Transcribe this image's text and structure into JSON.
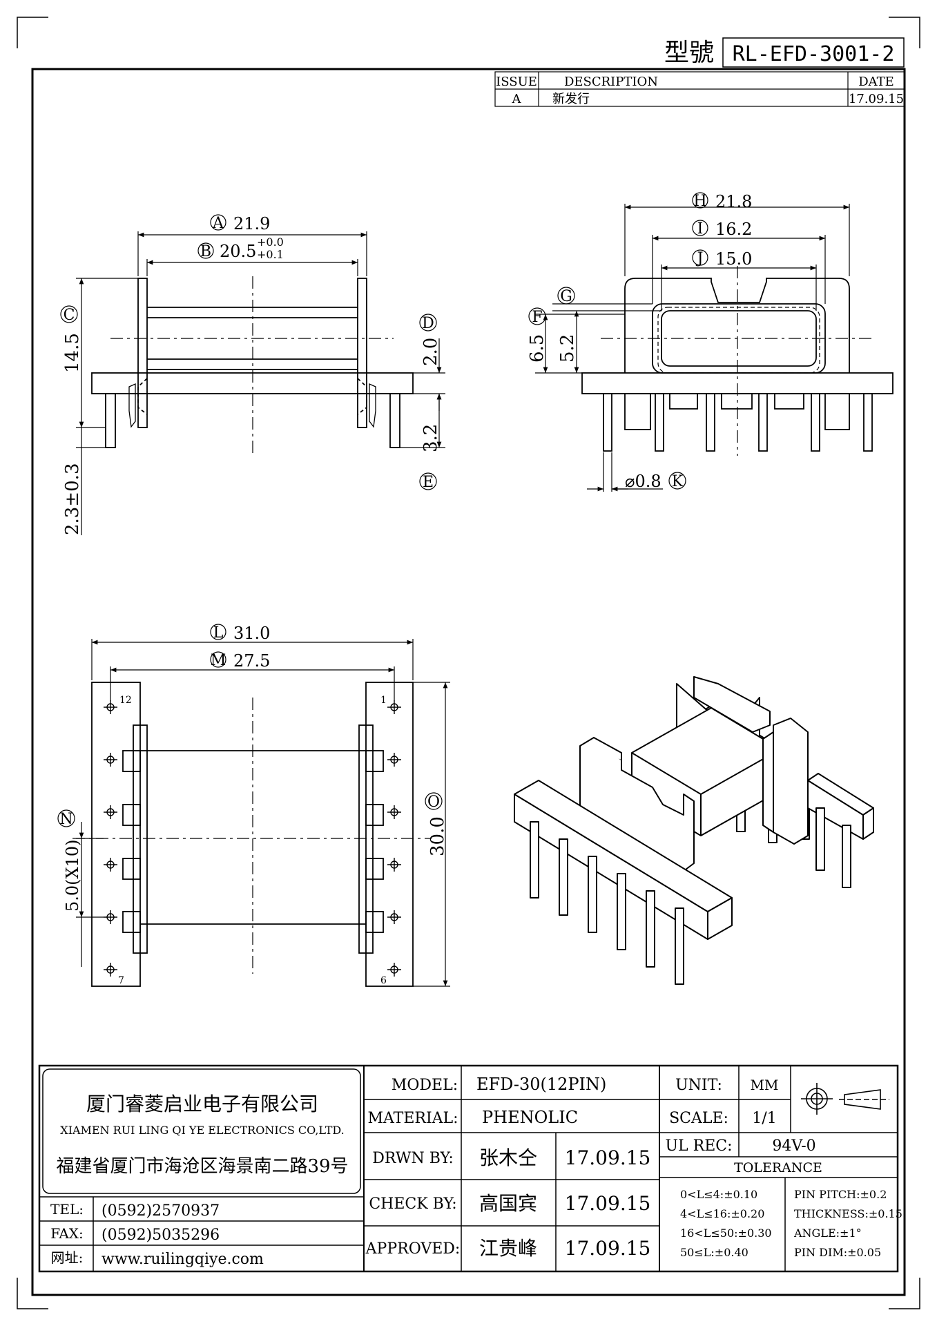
{
  "header": {
    "model_label": "型號",
    "model_no": "RL-EFD-3001-2",
    "revision": {
      "col_issue": "ISSUE",
      "col_description": "DESCRIPTION",
      "col_date": "DATE",
      "rows": [
        {
          "issue": "A",
          "description": "新发行",
          "date": "17.09.15"
        }
      ]
    }
  },
  "views": {
    "side": {
      "A_letter": "A",
      "A_value": "21.9",
      "B_letter": "B",
      "B_value": "20.5",
      "B_tol_upper": "+0.0",
      "B_tol_lower": "+0.1",
      "C_letter": "C",
      "C_value": "14.5",
      "D_letter": "D",
      "D_value": "2.0",
      "E_letter": "E",
      "E_value": "3.2",
      "pin_len": "2.3±0.3"
    },
    "end": {
      "H_letter": "H",
      "H_value": "21.8",
      "I_letter": "I",
      "I_value": "16.2",
      "J_letter": "J",
      "J_value": "15.0",
      "G_letter": "G",
      "F_letter": "F",
      "F_value": "6.5",
      "inner_value": "5.2",
      "K_letter": "K",
      "K_value": "⌀0.8"
    },
    "bottom": {
      "L_letter": "L",
      "L_value": "31.0",
      "M_letter": "M",
      "M_value": "27.5",
      "N_letter": "N",
      "N_value": "5.0(X10)",
      "O_letter": "O",
      "O_value": "30.0",
      "pin_labels": [
        "12",
        "1",
        "7",
        "6"
      ]
    }
  },
  "title_block": {
    "company_cn": "厦门睿菱启业电子有限公司",
    "company_en": "XIAMEN RUI LING QI YE ELECTRONICS CO,LTD.",
    "address": "福建省厦门市海沧区海景南二路39号",
    "tel_label": "TEL:",
    "tel": "(0592)2570937",
    "fax_label": "FAX:",
    "fax": "(0592)5035296",
    "web_label": "网址:",
    "web": "www.ruilingqiye.com",
    "model_label": "MODEL:",
    "model": "EFD-30(12PIN)",
    "material_label": "MATERIAL:",
    "material": "PHENOLIC",
    "drawn_label": "DRWN BY:",
    "drawn_by": "张木仝",
    "drawn_date": "17.09.15",
    "check_label": "CHECK BY:",
    "check_by": "高国宾",
    "check_date": "17.09.15",
    "approved_label": "APPROVED:",
    "approved_by": "江贵峰",
    "approved_date": "17.09.15",
    "unit_label": "UNIT:",
    "unit": "MM",
    "scale_label": "SCALE:",
    "scale": "1/1",
    "ul_label": "UL REC:",
    "ul": "94V-0",
    "tolerance_label": "TOLERANCE",
    "tolerances": [
      "0<L≤4:±0.10",
      "4<L≤16:±0.20",
      "16<L≤50:±0.30",
      "50≤L:±0.40"
    ],
    "other_tolerances": [
      "PIN PITCH:±0.2",
      "THICKNESS:±0.15",
      "ANGLE:±1°",
      "PIN DIM:±0.05"
    ]
  }
}
